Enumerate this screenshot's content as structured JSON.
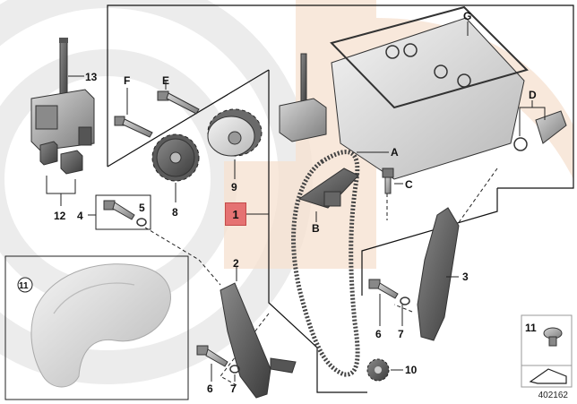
{
  "diagram": {
    "labels": {
      "p1": "1",
      "p2": "2",
      "p3": "3",
      "p4": "4",
      "p5": "5",
      "p6a": "6",
      "p6b": "6",
      "p7a": "7",
      "p7b": "7",
      "p8": "8",
      "p9": "9",
      "p10": "10",
      "p11": "11",
      "p11_legend": "11",
      "p12": "12",
      "p13": "13",
      "A": "A",
      "B": "B",
      "C": "C",
      "D": "D",
      "E": "E",
      "F": "F",
      "G": "G"
    },
    "reference_number": "402162",
    "colors": {
      "highlight": "#e57272",
      "watermark_gray": "#e6e6e6",
      "watermark_peach": "#f6dcc6",
      "part_gray": "#9a9a9a",
      "part_dark": "#5c5c5c",
      "line": "#222222"
    }
  }
}
